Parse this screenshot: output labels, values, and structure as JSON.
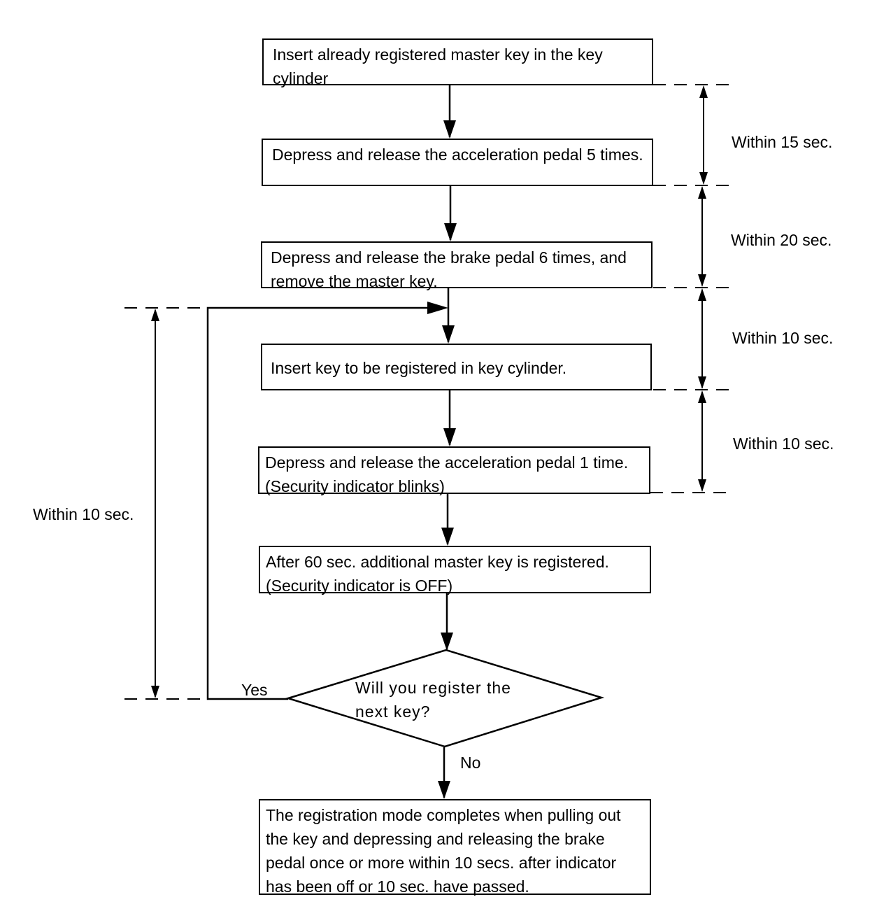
{
  "steps": {
    "insert_master_key": "Insert already registered master key in the key cylinder",
    "accel_pedal_5": "Depress and release the acceleration pedal 5 times.",
    "brake_pedal_6": "Depress and release the brake pedal 6 times, and remove the master key.",
    "insert_new_key": "Insert key to be registered in key cylinder.",
    "accel_pedal_1": "Depress and release the acceleration pedal 1 time. (Security indicator blinks)",
    "registered": "After 60 sec. additional master key is registered. (Security indicator is OFF)",
    "completion": "The registration mode completes when pulling out the key and depressing and releasing the brake pedal once or more within 10 secs. after indicator has been off or 10 sec. have passed."
  },
  "decision": {
    "question": "Will you register the next key?",
    "yes_label": "Yes",
    "no_label": "No"
  },
  "timings": {
    "t1": "Within 15 sec.",
    "t2": "Within 20 sec.",
    "t3": "Within 10 sec.",
    "t4": "Within 10 sec.",
    "loop": "Within 10 sec."
  }
}
